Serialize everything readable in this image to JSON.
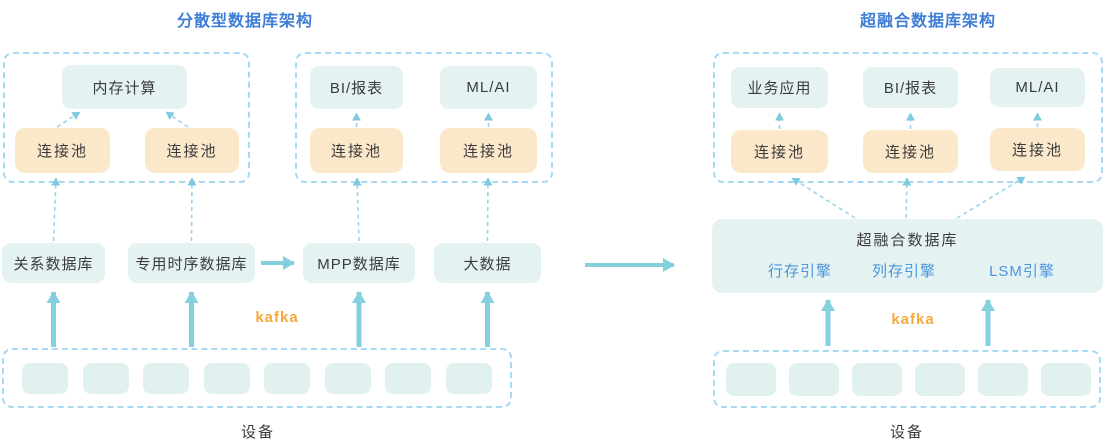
{
  "left": {
    "title": "分散型数据库架构",
    "apps": [
      "内存计算",
      "BI/报表",
      "ML/AI"
    ],
    "pools": [
      "连接池",
      "连接池",
      "连接池",
      "连接池"
    ],
    "databases": [
      "关系数据库",
      "专用时序数据库",
      "MPP数据库",
      "大数据"
    ],
    "kafka": "kafka",
    "devices_label": "设备",
    "device_count": 8
  },
  "right": {
    "title": "超融合数据库架构",
    "apps": [
      "业务应用",
      "BI/报表",
      "ML/AI"
    ],
    "pools": [
      "连接池",
      "连接池",
      "连接池"
    ],
    "db_title": "超融合数据库",
    "engines": [
      "行存引擎",
      "列存引擎",
      "LSM引擎"
    ],
    "kafka": "kafka",
    "devices_label": "设备",
    "device_count": 6
  },
  "colors": {
    "title_blue": "#3e7ed6",
    "engine_blue": "#4b94de",
    "kafka_orange": "#f5a93b",
    "arrow_cyan": "#84d0df",
    "dashed_connector_blue": "#9ad3ee",
    "group_border_blue": "#a6daf3",
    "box_teal": "#e4f3f2",
    "pool_orange": "#fbe8cb",
    "device_chip_teal": "#e1f1ef",
    "text_dark": "#3b3b3b"
  }
}
